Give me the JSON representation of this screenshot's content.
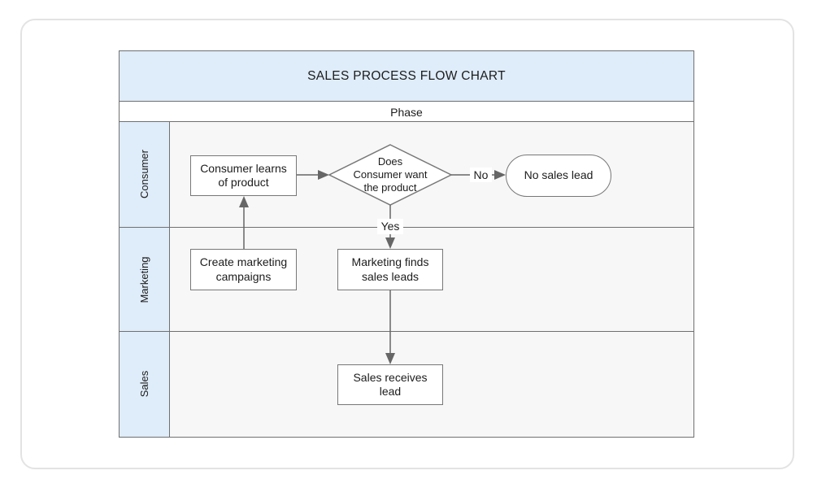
{
  "chart": {
    "title": "SALES PROCESS FLOW CHART",
    "phase": "Phase",
    "lanes": [
      {
        "label": "Consumer"
      },
      {
        "label": "Marketing"
      },
      {
        "label": "Sales"
      }
    ],
    "nodes": {
      "learns": {
        "type": "process",
        "lane": "Consumer",
        "label": "Consumer learns\nof product"
      },
      "decision": {
        "type": "decision",
        "lane": "Consumer",
        "label": "Does\nConsumer want\nthe product"
      },
      "no_lead": {
        "type": "terminator",
        "lane": "Consumer",
        "label": "No sales lead"
      },
      "campaigns": {
        "type": "process",
        "lane": "Marketing",
        "label": "Create marketing\ncampaigns"
      },
      "finds_leads": {
        "type": "process",
        "lane": "Marketing",
        "label": "Marketing finds\nsales leads"
      },
      "receives_lead": {
        "type": "process",
        "lane": "Sales",
        "label": "Sales receives\nlead"
      }
    },
    "edges": {
      "learns_to_decision": {
        "from": "learns",
        "to": "decision",
        "label": ""
      },
      "decision_no": {
        "from": "decision",
        "to": "no_lead",
        "label": "No"
      },
      "decision_yes": {
        "from": "decision",
        "to": "finds_leads",
        "label": "Yes"
      },
      "campaigns_to_learns": {
        "from": "campaigns",
        "to": "learns",
        "label": ""
      },
      "finds_to_receives": {
        "from": "finds_leads",
        "to": "receives_lead",
        "label": ""
      }
    }
  },
  "colors": {
    "header_bg": "#dfecf9",
    "lane_bg": "#f7f7f7",
    "grid_border": "#707070",
    "node_border": "#777777",
    "node_bg": "#ffffff",
    "connector": "#666666",
    "text": "#1c1c1c",
    "card_border": "#e3e3e3"
  }
}
